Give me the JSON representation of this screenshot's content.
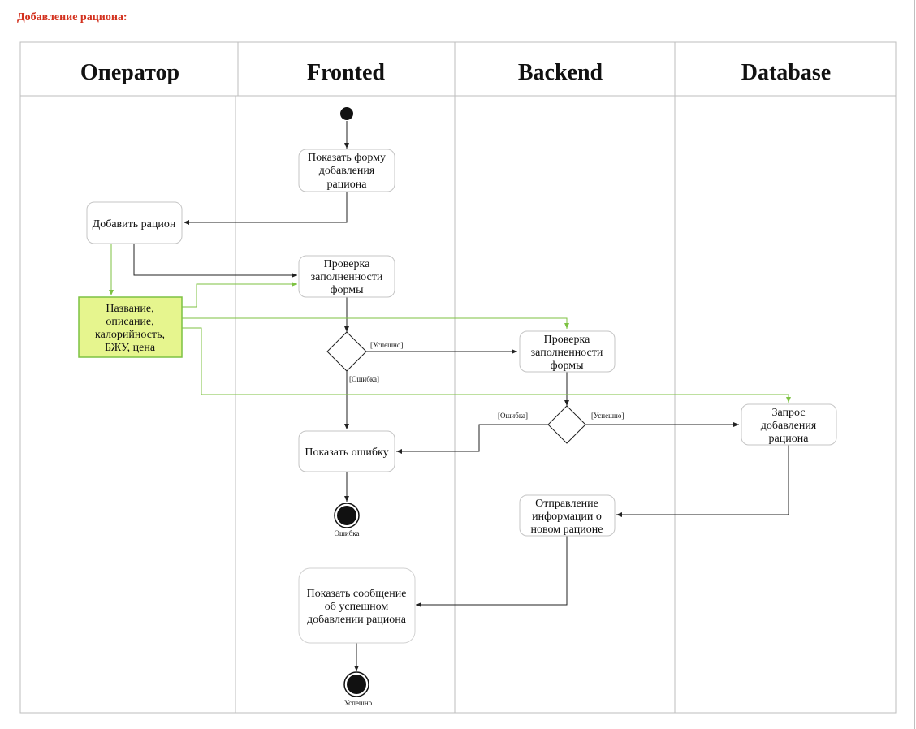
{
  "page_title": "Добавление рациона:",
  "lanes": [
    "Оператор",
    "Fronted",
    "Backend",
    "Database"
  ],
  "nodes": {
    "show_form": [
      "Показать форму",
      "добавления",
      "рациона"
    ],
    "add_ration": [
      "Добавить рацион"
    ],
    "check_front": [
      "Проверка",
      "заполненности",
      "формы"
    ],
    "form_fields": [
      "Название,",
      "описание,",
      "калорийность,",
      "БЖУ, цена"
    ],
    "check_back": [
      "Проверка",
      "заполненности",
      "формы"
    ],
    "db_request": [
      "Запрос",
      "добавления",
      "рациона"
    ],
    "show_error": [
      "Показать ошибку"
    ],
    "send_info": [
      "Отправление",
      "информации о",
      "новом рационе"
    ],
    "show_success": [
      "Показать сообщение",
      "об успешном",
      "добавлении рациона"
    ]
  },
  "guards": {
    "front_success": "[Успешно]",
    "front_error": "[Ошибка]",
    "back_error": "[Ошибка]",
    "back_success": "[Успешно]"
  },
  "end_labels": {
    "error": "Ошибка",
    "success": "Успешно"
  },
  "colors": {
    "title": "#d3311e",
    "data_fill": "#e6f58e",
    "data_stroke": "#7dc242",
    "green_line": "#7dc242",
    "line": "#222222",
    "grid": "#bdbdbd"
  }
}
